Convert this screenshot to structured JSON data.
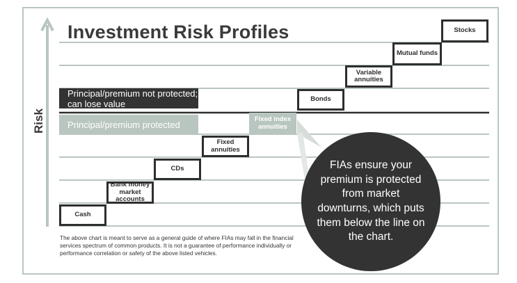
{
  "title": "Investment Risk Profiles",
  "axis_label": "Risk",
  "bands": {
    "not_protected": "Principal/premium not protected; can lose value",
    "protected": "Principal/premium protected"
  },
  "products": [
    {
      "label": "Cash"
    },
    {
      "label": "Bank money market accounts"
    },
    {
      "label": "CDs"
    },
    {
      "label": "Fixed annuities"
    },
    {
      "label": "Fixed index annuities"
    },
    {
      "label": "Bonds"
    },
    {
      "label": "Variable annuities"
    },
    {
      "label": "Mutual funds"
    },
    {
      "label": "Stocks"
    }
  ],
  "callout": "FIAs ensure your premium is protected from market downturns, which puts them below the line on the chart.",
  "disclaimer": "The above chart is meant to serve as a general guide of where FIAs may fall in the financial services spectrum of common products. It is not a guarantee of performance individually or performance correlation or safety of the above listed vehicles.",
  "colors": {
    "frame": "#b9c6c0",
    "grid": "#b9c6c0",
    "dark": "#333333",
    "accent": "#b9c6c0",
    "text": "#2e2e2e"
  }
}
